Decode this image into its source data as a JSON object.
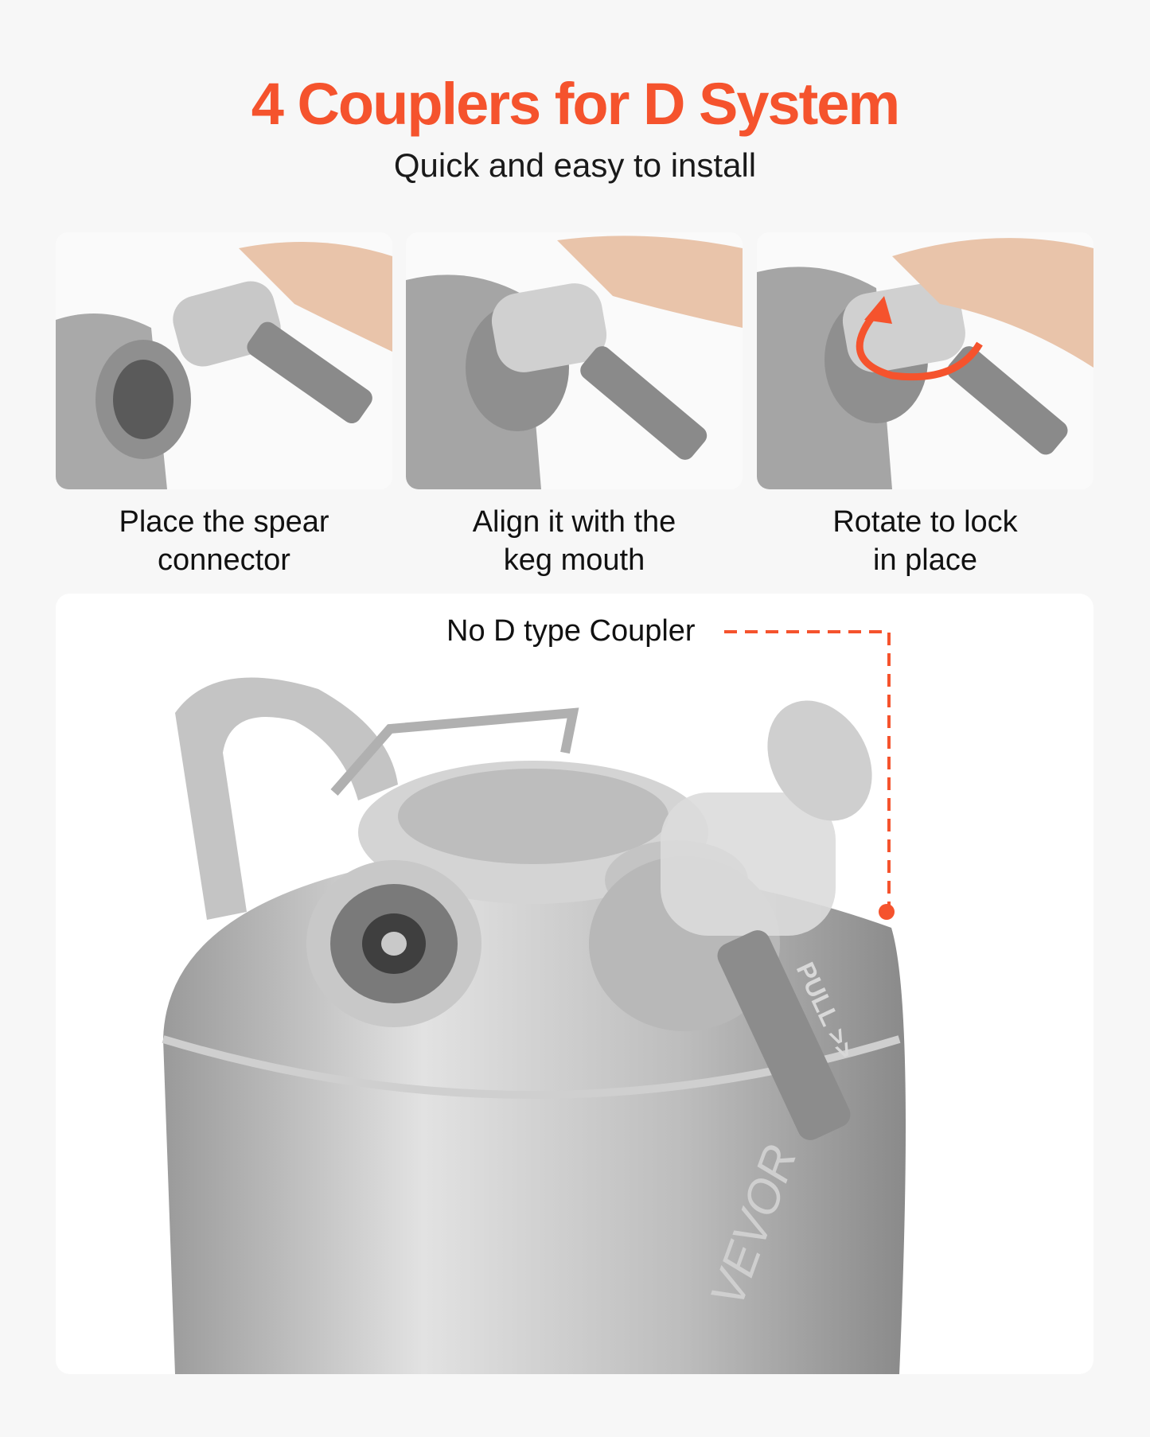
{
  "header": {
    "title": "4 Couplers for D System",
    "subtitle": "Quick and easy to install"
  },
  "steps": [
    {
      "caption_line1": "Place the spear",
      "caption_line2": "connector"
    },
    {
      "caption_line1": "Align it with the",
      "caption_line2": "keg mouth"
    },
    {
      "caption_line1": "Rotate to lock",
      "caption_line2": "in place"
    }
  ],
  "main_image": {
    "callout": "No D type Coupler",
    "handle_text": "PULL >>",
    "brand_text": "VEVOR"
  },
  "colors": {
    "accent": "#f5532d",
    "background": "#f7f7f7",
    "panel": "#ffffff"
  }
}
